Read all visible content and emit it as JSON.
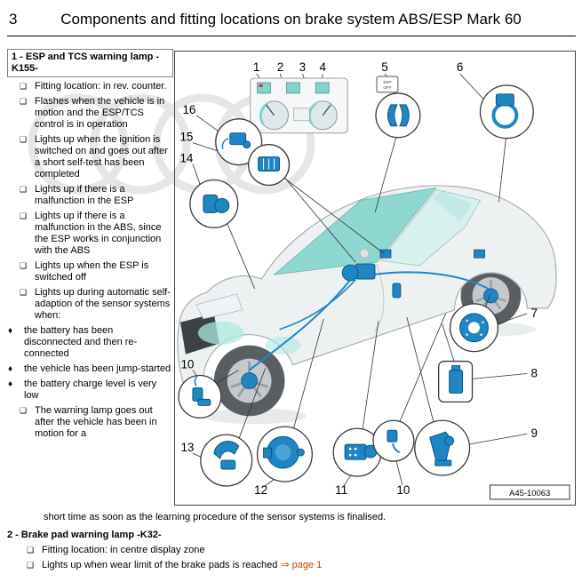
{
  "header": {
    "page_number": "3",
    "title": "Components and fitting locations on brake system ABS/ESP Mark 60"
  },
  "glyphs": {
    "square": "❑",
    "diamond": "♦"
  },
  "section1": {
    "heading": "1 - ESP and TCS warning lamp -K155-",
    "square_items": [
      "Fitting location: in rev. counter.",
      "Flashes when the vehicle is in motion and the ESP/TCS control is in operation",
      "Lights up when the ignition is switched on and goes out after a short self-test has been completed",
      "Lights up if there is a malfunction in the ESP",
      "Lights up if there is a malfunction in the ABS, since the ESP works in conjunction with the ABS",
      "Lights up when the ESP is switched off",
      "Lights up during automatic self-adaption of the sensor systems when:"
    ],
    "diamond_items": [
      "the battery has been disconnected and then re-connected",
      "the vehicle has been jump-started",
      "the battery charge level is very low"
    ],
    "closing_item": "The warning lamp goes out after the vehicle has been in motion for a",
    "closing_item_continued": "short time as soon as the learning procedure of the sensor systems is finalised."
  },
  "section2": {
    "heading": "2 - Brake pad warning lamp -K32-",
    "item1": "Fitting location: in centre display zone",
    "item2": "Lights up when wear limit of the brake pads is reached",
    "item2_link": "⇒ page 1"
  },
  "diagram": {
    "figure_id": "A45-10063",
    "esp_button": {
      "line1": "ESP",
      "line2": "OFF"
    },
    "callout_labels": {
      "c1": "1",
      "c2": "2",
      "c3": "3",
      "c4": "4",
      "c5": "5",
      "c6": "6",
      "c7": "7",
      "c8": "8",
      "c9": "9",
      "c10a": "10",
      "c10b": "10",
      "c11": "11",
      "c12": "12",
      "c13": "13",
      "c14": "14",
      "c15": "15",
      "c16": "16"
    }
  },
  "colors": {
    "component_blue": "#1f86c4",
    "component_blue_dark": "#0b5687",
    "glass_teal": "#8fd8d2",
    "link_red": "#cc3a00"
  }
}
